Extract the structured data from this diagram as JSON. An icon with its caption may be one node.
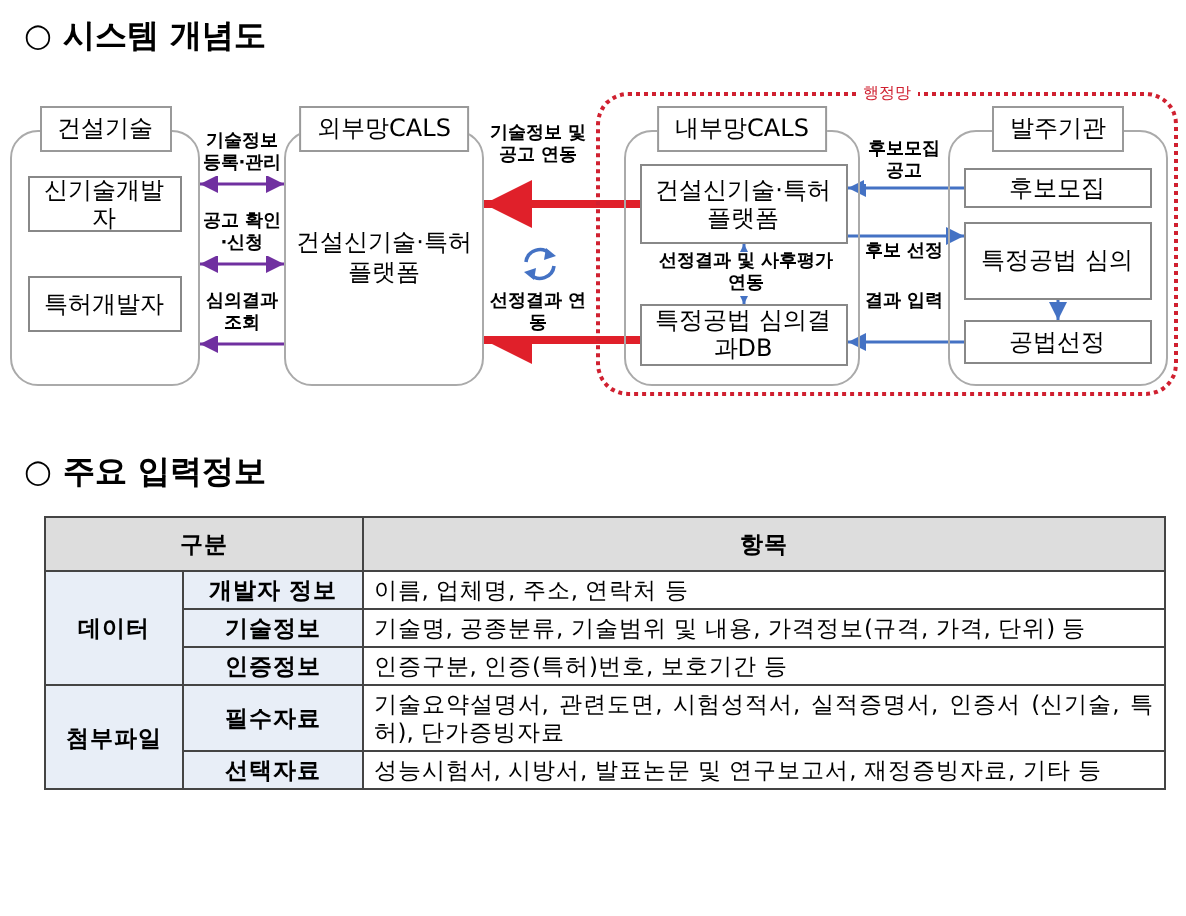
{
  "diagram": {
    "nodes": [
      {
        "text": [
          "건설기술"
        ]
      },
      {
        "text": [
          "신기술개발자"
        ],
        "in": 0
      },
      {
        "text": [
          "특허개발자"
        ],
        "in": 0
      },
      {
        "text": [
          "외부망CALS",
          "건설신기술·특허 플랫폼"
        ]
      },
      {
        "text": [
          "행정망"
        ]
      },
      {
        "text": [
          "내부망CALS"
        ],
        "in": 4
      },
      {
        "text": [
          "건설신기술·특허 플랫폼"
        ],
        "in": 5
      },
      {
        "text": [
          "특정공법 심의결과DB"
        ],
        "in": 5
      },
      {
        "text": [
          "발주기관"
        ],
        "in": 4
      },
      {
        "text": [
          "후보모집"
        ],
        "in": 8
      },
      {
        "text": [
          "특정공법 심의"
        ],
        "in": 8
      },
      {
        "text": [
          "공법선정"
        ],
        "in": 8
      }
    ],
    "edges": [
      {
        "from": 0,
        "to": 3,
        "arrow": "both",
        "label": "기술정보 등록·관리",
        "color": "#7030a0"
      },
      {
        "from": 0,
        "to": 3,
        "arrow": "both",
        "label": "공고 확인·신청",
        "color": "#7030a0"
      },
      {
        "from": 3,
        "to": 0,
        "arrow": "to",
        "label": "심의결과 조회",
        "color": "#7030a0"
      },
      {
        "from": 6,
        "to": 3,
        "arrow": "to",
        "label": "기술정보 및 공고 연동",
        "color": "#e0202a",
        "style": "thick"
      },
      {
        "from": 7,
        "to": 3,
        "arrow": "to",
        "label": "선정결과 연동",
        "color": "#e0202a",
        "style": "thick"
      },
      {
        "from": 9,
        "to": 6,
        "arrow": "to",
        "label": "후보모집 공고"
      },
      {
        "from": 6,
        "to": 10,
        "arrow": "to",
        "label": "후보 선정"
      },
      {
        "from": 10,
        "to": 11,
        "arrow": "to"
      },
      {
        "from": 11,
        "to": 7,
        "arrow": "to",
        "label": "결과 입력"
      },
      {
        "from": 6,
        "to": 7,
        "arrow": "both",
        "label": "선정결과 및 사후평가 연동"
      }
    ],
    "labels": [
      "○ 시스템 개념도",
      "○ 주요 입력정보",
      "구분",
      "항목",
      "데이터",
      "개발자 정보",
      "이름, 업체명, 주소, 연락처 등",
      "기술정보",
      "기술명, 공종분류, 기술범위 및 내용, 가격정보(규격, 가격, 단위) 등",
      "인증정보",
      "인증구분, 인증(특허)번호, 보호기간 등",
      "첨부파일",
      "필수자료",
      "기술요약설명서, 관련도면, 시험성적서, 실적증명서, 인증서 (신기술, 특허), 단가증빙자료",
      "선택자료",
      "성능시험서, 시방서, 발표논문 및 연구보고서, 재정증빙자료, 기타 등"
    ]
  }
}
